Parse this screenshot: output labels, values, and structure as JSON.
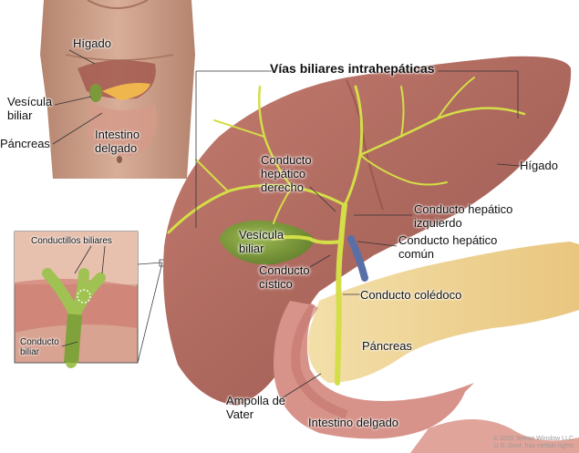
{
  "labels": {
    "torso_higado": "Hígado",
    "torso_vesicula": "Vesícula biliar",
    "torso_pancreas": "Páncreas",
    "torso_intestino": "Intestino delgado",
    "vias_intrahepaticas": "Vías biliares intrahepáticas",
    "higado": "Hígado",
    "conducto_hepatico_derecho": "Conducto hepático derecho",
    "conducto_hepatico_izquierdo": "Conducto hepático izquierdo",
    "conducto_hepatico_comun": "Conducto hepático común",
    "vesicula_biliar": "Vesícula biliar",
    "conducto_cistico": "Conducto cístico",
    "conducto_coledoco": "Conducto colédoco",
    "pancreas": "Páncreas",
    "ampolla_vater": "Ampolla de Vater",
    "intestino_delgado": "Intestino delgado",
    "conductillos_biliares": "Conductillos biliares",
    "conducto_biliar": "Conducto biliar"
  },
  "credit": {
    "line1": "© 2020 Terese Winslow LLC",
    "line2": "U.S. Govt. has certain rights"
  },
  "colors": {
    "liver": "#b06a60",
    "gallbladder": "#7c9a3c",
    "ducts": "#d7e24a",
    "pancreas": "#f1d79a",
    "intestine": "#d98c8c",
    "skin": "#c79b86"
  }
}
